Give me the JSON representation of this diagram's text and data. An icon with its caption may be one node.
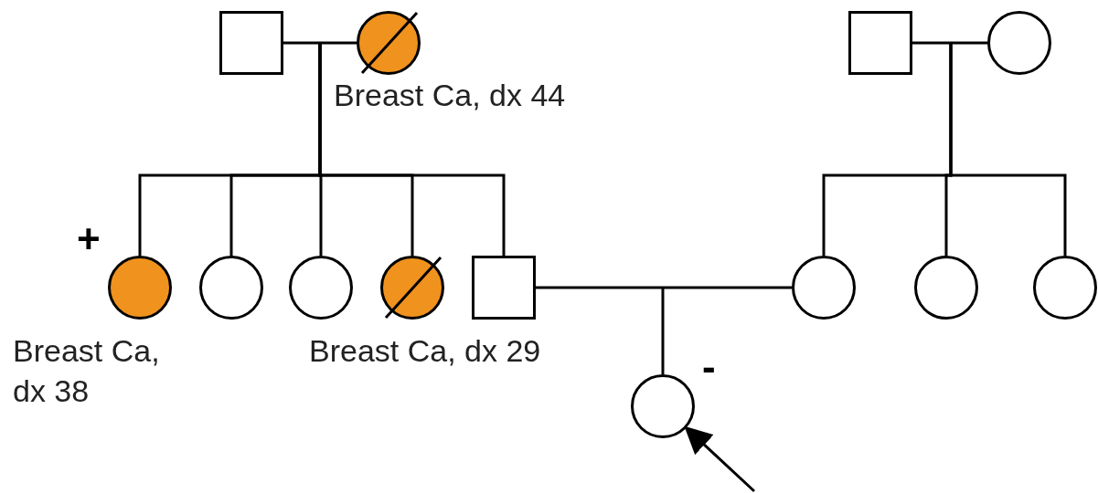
{
  "diagram": {
    "nodes": [
      {
        "text": [],
        "shape": "box"
      },
      {
        "text": [],
        "shape": "circle",
        "beside": [
          "Breast Ca, dx 44"
        ]
      },
      {
        "text": [],
        "shape": "box"
      },
      {
        "text": [],
        "shape": "circle"
      },
      {
        "text": [],
        "shape": "circle",
        "beside": [
          "+",
          "Breast Ca, dx 38"
        ]
      },
      {
        "text": [],
        "shape": "circle"
      },
      {
        "text": [],
        "shape": "circle"
      },
      {
        "text": [],
        "shape": "circle",
        "beside": [
          "Breast Ca, dx 29"
        ]
      },
      {
        "text": [],
        "shape": "box"
      },
      {
        "text": [],
        "shape": "circle"
      },
      {
        "text": [],
        "shape": "circle"
      },
      {
        "text": [],
        "shape": "circle"
      },
      {
        "text": [],
        "shape": "circle",
        "beside": [
          "-"
        ]
      }
    ],
    "edges": [
      {
        "from": 0,
        "to": 1,
        "arrow": "none"
      },
      {
        "from": 0,
        "to": 4,
        "arrow": "none"
      },
      {
        "from": 1,
        "to": 4,
        "arrow": "none"
      },
      {
        "from": 0,
        "to": 5,
        "arrow": "none"
      },
      {
        "from": 1,
        "to": 5,
        "arrow": "none"
      },
      {
        "from": 0,
        "to": 6,
        "arrow": "none"
      },
      {
        "from": 1,
        "to": 6,
        "arrow": "none"
      },
      {
        "from": 0,
        "to": 7,
        "arrow": "none"
      },
      {
        "from": 1,
        "to": 7,
        "arrow": "none"
      },
      {
        "from": 0,
        "to": 8,
        "arrow": "none"
      },
      {
        "from": 1,
        "to": 8,
        "arrow": "none"
      },
      {
        "from": 2,
        "to": 3,
        "arrow": "none"
      },
      {
        "from": 2,
        "to": 9,
        "arrow": "none"
      },
      {
        "from": 3,
        "to": 9,
        "arrow": "none"
      },
      {
        "from": 2,
        "to": 10,
        "arrow": "none"
      },
      {
        "from": 3,
        "to": 10,
        "arrow": "none"
      },
      {
        "from": 2,
        "to": 11,
        "arrow": "none"
      },
      {
        "from": 3,
        "to": 11,
        "arrow": "none"
      },
      {
        "from": 8,
        "to": 9,
        "arrow": "none"
      },
      {
        "from": 8,
        "to": 12,
        "arrow": "none"
      },
      {
        "from": 9,
        "to": 12,
        "arrow": "none"
      },
      {
        "from": null,
        "to": 12,
        "arrow": "to"
      }
    ]
  }
}
